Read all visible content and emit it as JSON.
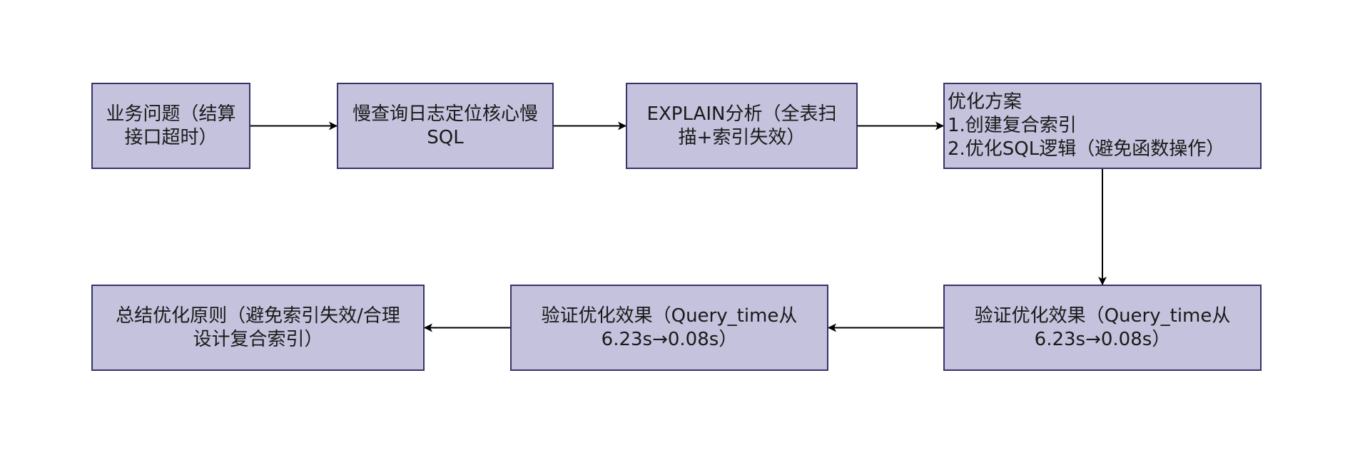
{
  "colors": {
    "node_fill": "#c4c2dc",
    "node_border": "#37336b",
    "edge": "#000000"
  },
  "nodes": [
    {
      "id": "business-problem",
      "text": "业务问题（结算\n接口超时）"
    },
    {
      "id": "slow-log",
      "text": "慢查询日志定位核心慢\nSQL"
    },
    {
      "id": "explain",
      "text": "EXPLAIN分析（全表扫\n描+索引失效）"
    },
    {
      "id": "plan",
      "text": "优化方案\n1.创建复合索引\n2.优化SQL逻辑（避免函数操作）"
    },
    {
      "id": "verify-right",
      "text": "验证优化效果（Query_time从\n6.23s→0.08s）"
    },
    {
      "id": "verify-middle",
      "text": "验证优化效果（Query_time从\n6.23s→0.08s）"
    },
    {
      "id": "summary",
      "text": "总结优化原则（避免索引失效/合理\n设计复合索引）"
    }
  ],
  "edges": [
    {
      "from": "business-problem",
      "to": "slow-log"
    },
    {
      "from": "slow-log",
      "to": "explain"
    },
    {
      "from": "explain",
      "to": "plan"
    },
    {
      "from": "plan",
      "to": "verify-right"
    },
    {
      "from": "verify-right",
      "to": "verify-middle"
    },
    {
      "from": "verify-middle",
      "to": "summary"
    }
  ]
}
